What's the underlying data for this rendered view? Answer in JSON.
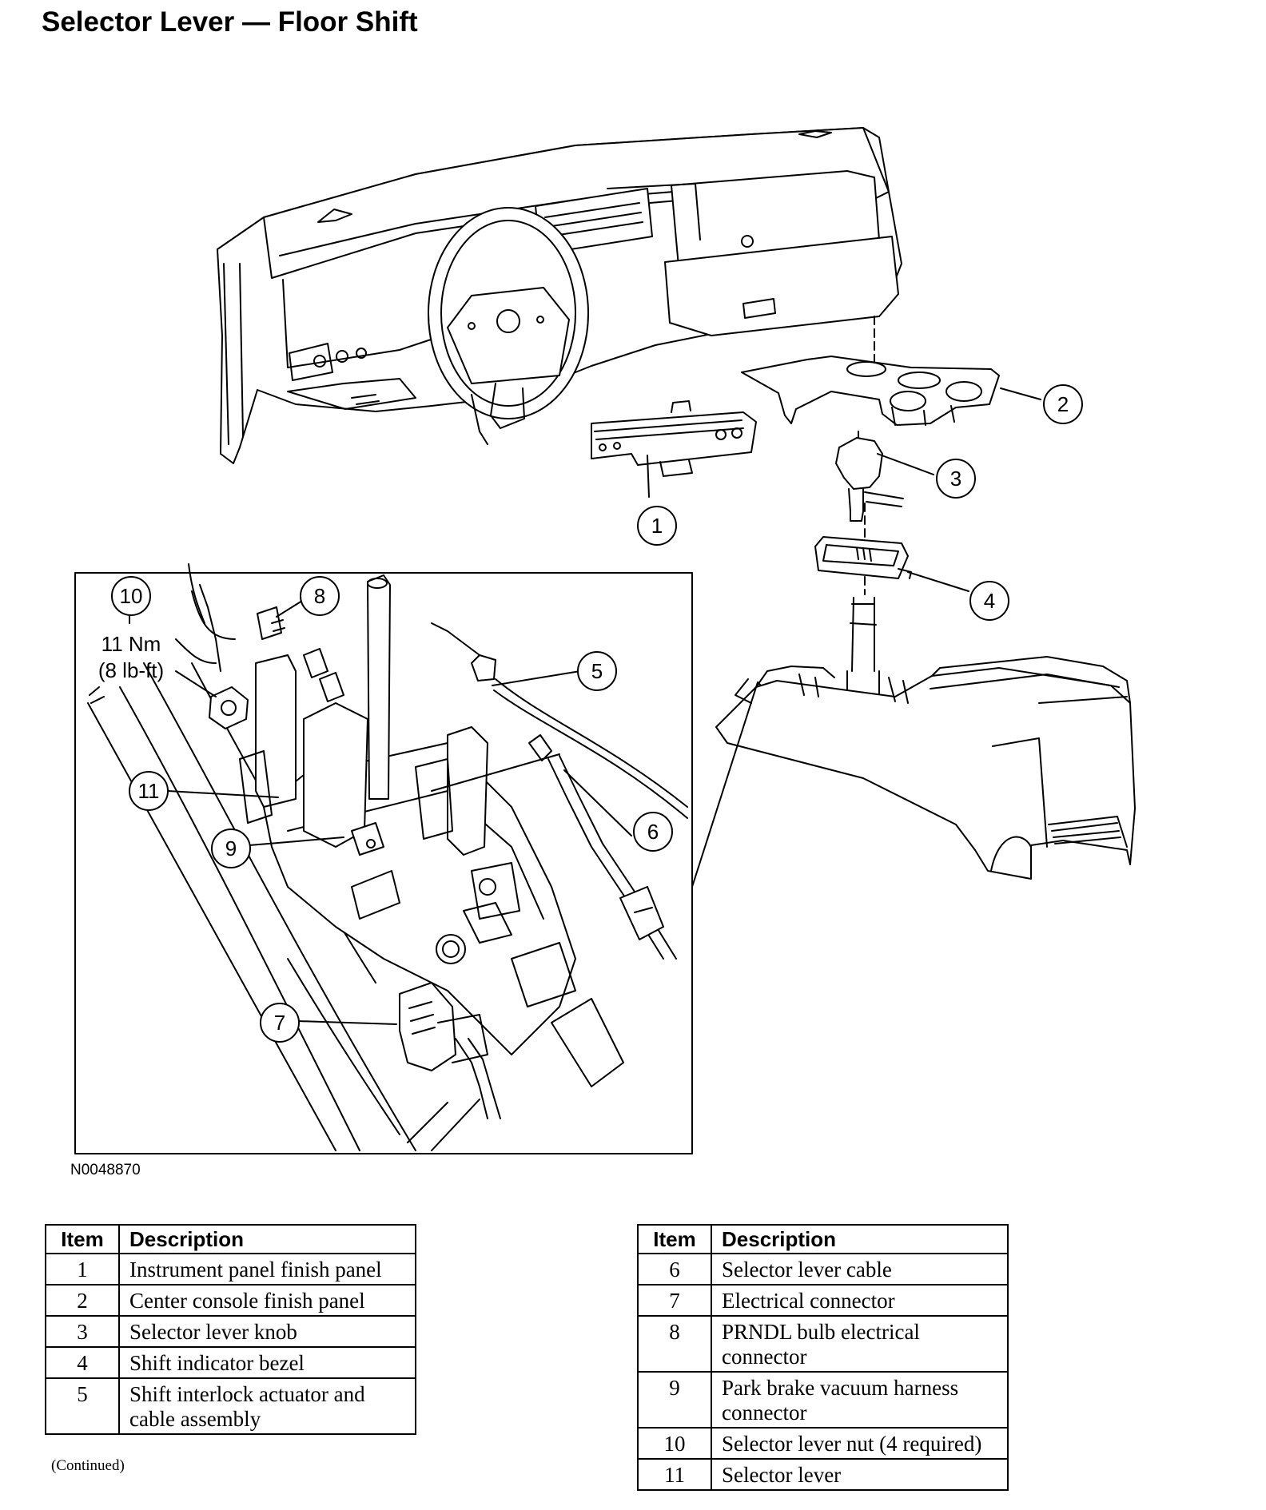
{
  "title": "Selector Lever — Floor Shift",
  "figure_id": "N0048870",
  "callouts": [
    {
      "n": "1"
    },
    {
      "n": "2"
    },
    {
      "n": "3"
    },
    {
      "n": "4"
    },
    {
      "n": "5"
    },
    {
      "n": "6"
    },
    {
      "n": "7"
    },
    {
      "n": "8"
    },
    {
      "n": "9"
    },
    {
      "n": "10"
    },
    {
      "n": "11"
    }
  ],
  "torque": {
    "line1": "11 Nm",
    "line2": "(8 lb-ft)"
  },
  "legend": {
    "header_item": "Item",
    "header_description": "Description",
    "left": [
      {
        "item": "1",
        "description": "Instrument panel finish panel"
      },
      {
        "item": "2",
        "description": "Center console finish panel"
      },
      {
        "item": "3",
        "description": "Selector lever knob"
      },
      {
        "item": "4",
        "description": "Shift indicator bezel"
      },
      {
        "item": "5",
        "description": "Shift interlock actuator and cable assembly"
      }
    ],
    "right": [
      {
        "item": "6",
        "description": "Selector lever cable"
      },
      {
        "item": "7",
        "description": "Electrical connector"
      },
      {
        "item": "8",
        "description": "PRNDL bulb electrical connector"
      },
      {
        "item": "9",
        "description": "Park brake vacuum harness connector"
      },
      {
        "item": "10",
        "description": "Selector lever nut (4 required)"
      },
      {
        "item": "11",
        "description": "Selector lever"
      }
    ],
    "continued_note": "(Continued)"
  }
}
